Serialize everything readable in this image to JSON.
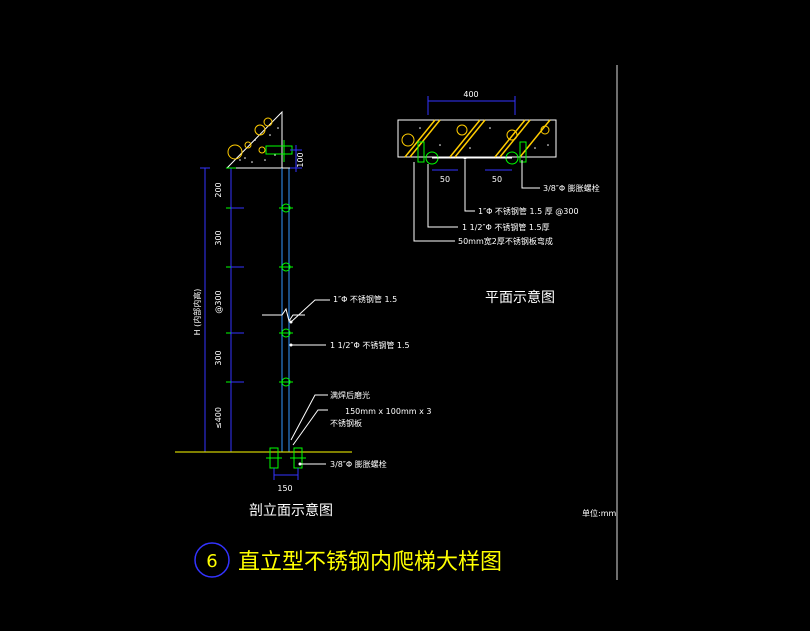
{
  "section_view": {
    "label": "剖立面示意图",
    "dims": {
      "top_block": "100",
      "seg1": "200",
      "seg2": "300",
      "seg3": "300",
      "seg4": "≤400",
      "pitch": "@300",
      "total": "H (内部内高)",
      "bottom_width": "150"
    },
    "notes": {
      "rung": "1″Φ 不锈钢管 1.5",
      "rail": "1 1/2″Φ 不锈钢管 1.5",
      "weld": "满焊后磨光",
      "plate_1": "150mm x 100mm x 3",
      "plate_2": "不锈钢板",
      "bolt": "3/8″Φ 膨胀螺栓"
    }
  },
  "plan_view": {
    "label": "平面示意图",
    "dims": {
      "width": "400",
      "left_off": "50",
      "right_off": "50"
    },
    "notes": {
      "bolt": "3/8″Φ 膨胀螺栓",
      "rung": "1″Φ 不锈钢管 1.5 厚 @300",
      "rail": "1 1/2″Φ 不锈钢管 1.5厚",
      "plate": "50mm宽2厚不锈钢板弯成"
    }
  },
  "unit_note": "单位:mm",
  "title": {
    "number": "6",
    "text": "直立型不锈钢内爬梯大样图"
  },
  "colors": {
    "background": "#000000",
    "text": "#ffffff",
    "dim": "#3333ff",
    "member": "#00ff00",
    "hatch": "#ffcc00",
    "title": "#ffff00"
  }
}
